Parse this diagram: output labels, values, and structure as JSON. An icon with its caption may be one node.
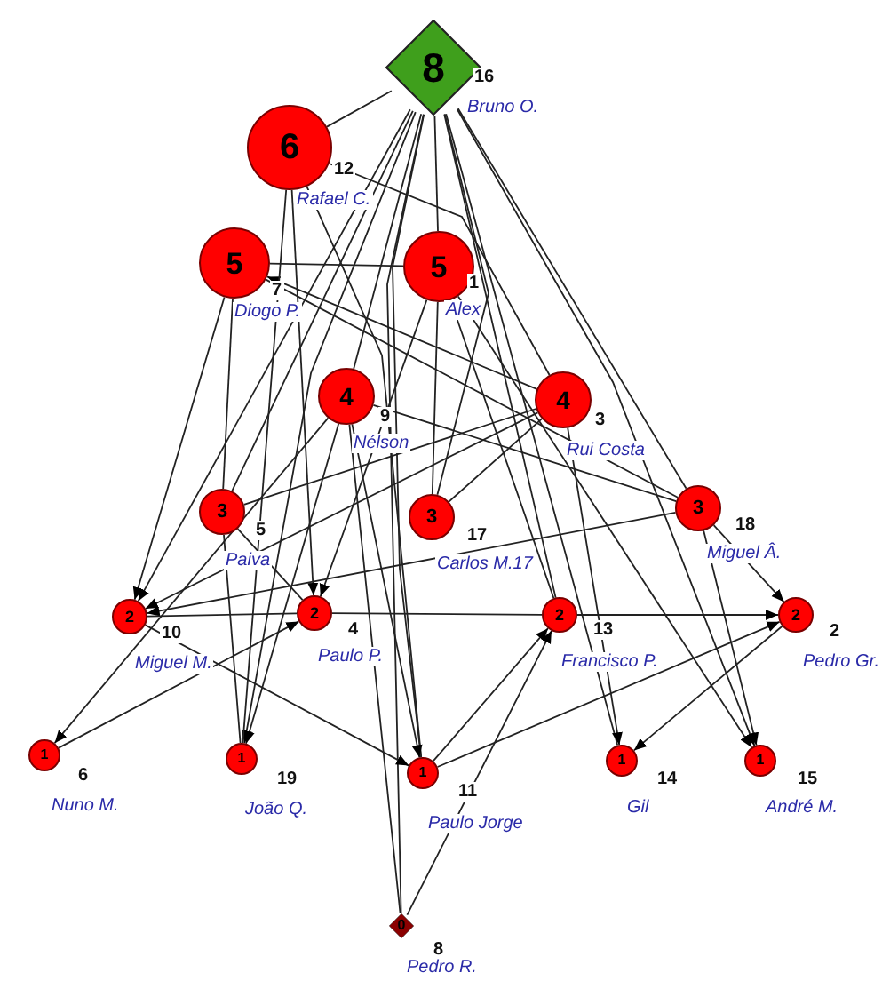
{
  "diagram": {
    "nodes": [
      {
        "text": [
          "8"
        ],
        "beside": [
          "16",
          "Bruno O."
        ]
      },
      {
        "text": [
          "6"
        ],
        "beside": [
          "12",
          "Rafael C."
        ]
      },
      {
        "text": [
          "5"
        ],
        "beside": [
          "7",
          "Diogo P."
        ]
      },
      {
        "text": [
          "5"
        ],
        "beside": [
          "1",
          "Alex"
        ]
      },
      {
        "text": [
          "4"
        ],
        "beside": [
          "9",
          "Nélson"
        ]
      },
      {
        "text": [
          "4"
        ],
        "beside": [
          "3",
          "Rui Costa"
        ]
      },
      {
        "text": [
          "3"
        ],
        "beside": [
          "5",
          "Paiva"
        ]
      },
      {
        "text": [
          "3"
        ],
        "beside": [
          "17",
          "Carlos M.17"
        ]
      },
      {
        "text": [
          "3"
        ],
        "beside": [
          "18",
          "Miguel Â."
        ]
      },
      {
        "text": [
          "2"
        ],
        "beside": [
          "10",
          "Miguel M."
        ]
      },
      {
        "text": [
          "2"
        ],
        "beside": [
          "4",
          "Paulo P."
        ]
      },
      {
        "text": [
          "2"
        ],
        "beside": [
          "13",
          "Francisco P."
        ]
      },
      {
        "text": [
          "2"
        ],
        "beside": [
          "2",
          "Pedro Gr."
        ]
      },
      {
        "text": [
          "1"
        ],
        "beside": [
          "6",
          "Nuno M."
        ]
      },
      {
        "text": [
          "1"
        ],
        "beside": [
          "19",
          "João Q."
        ]
      },
      {
        "text": [
          "1"
        ],
        "beside": [
          "11",
          "Paulo Jorge"
        ]
      },
      {
        "text": [
          "1"
        ],
        "beside": [
          "14",
          "Gil"
        ]
      },
      {
        "text": [
          "1"
        ],
        "beside": [
          "15",
          "André M."
        ]
      },
      {
        "text": [
          "0"
        ],
        "beside": [
          "8",
          "Pedro R."
        ]
      }
    ],
    "edges": [
      {
        "from": 0,
        "to": 1,
        "arrow": "none"
      },
      {
        "from": 0,
        "to": 3,
        "arrow": "none"
      },
      {
        "from": 0,
        "to": 4,
        "arrow": "none"
      },
      {
        "from": 0,
        "to": 6,
        "arrow": "none"
      },
      {
        "from": 0,
        "to": 7,
        "arrow": "none"
      },
      {
        "from": 0,
        "to": 11,
        "arrow": "none"
      },
      {
        "from": 0,
        "to": 16,
        "arrow": "none"
      },
      {
        "from": 0,
        "to": 17,
        "arrow": "to"
      },
      {
        "from": 0,
        "to": 8,
        "arrow": "none"
      },
      {
        "from": 0,
        "to": 15,
        "arrow": "none"
      },
      {
        "from": 0,
        "to": 18,
        "arrow": "none"
      },
      {
        "from": 0,
        "to": 14,
        "arrow": "to"
      },
      {
        "from": 0,
        "to": 9,
        "arrow": "to"
      },
      {
        "from": 2,
        "to": 3,
        "arrow": "none"
      },
      {
        "from": 2,
        "to": 6,
        "arrow": "none"
      },
      {
        "from": 2,
        "to": 8,
        "arrow": "none"
      },
      {
        "from": 5,
        "to": 2,
        "arrow": "to"
      },
      {
        "from": 1,
        "to": 10,
        "arrow": "to"
      },
      {
        "from": 1,
        "to": 14,
        "arrow": "none"
      },
      {
        "from": 1,
        "to": 5,
        "arrow": "none"
      },
      {
        "from": 1,
        "to": 15,
        "arrow": "none"
      },
      {
        "from": 2,
        "to": 9,
        "arrow": "to"
      },
      {
        "from": 3,
        "to": 7,
        "arrow": "none"
      },
      {
        "from": 3,
        "to": 11,
        "arrow": "none"
      },
      {
        "from": 3,
        "to": 17,
        "arrow": "to"
      },
      {
        "from": 3,
        "to": 10,
        "arrow": "to"
      },
      {
        "from": 4,
        "to": 8,
        "arrow": "none"
      },
      {
        "from": 4,
        "to": 14,
        "arrow": "to"
      },
      {
        "from": 4,
        "to": 15,
        "arrow": "to"
      },
      {
        "from": 4,
        "to": 13,
        "arrow": "to"
      },
      {
        "from": 4,
        "to": 18,
        "arrow": "none"
      },
      {
        "from": 5,
        "to": 7,
        "arrow": "none"
      },
      {
        "from": 5,
        "to": 9,
        "arrow": "to"
      },
      {
        "from": 5,
        "to": 6,
        "arrow": "none"
      },
      {
        "from": 5,
        "to": 16,
        "arrow": "to"
      },
      {
        "from": 6,
        "to": 10,
        "arrow": "none"
      },
      {
        "from": 6,
        "to": 14,
        "arrow": "none"
      },
      {
        "from": 8,
        "to": 9,
        "arrow": "to"
      },
      {
        "from": 8,
        "to": 12,
        "arrow": "to"
      },
      {
        "from": 8,
        "to": 17,
        "arrow": "to"
      },
      {
        "from": 9,
        "to": 10,
        "arrow": "none"
      },
      {
        "from": 9,
        "to": 15,
        "arrow": "to"
      },
      {
        "from": 10,
        "to": 11,
        "arrow": "none"
      },
      {
        "from": 11,
        "to": 12,
        "arrow": "to"
      },
      {
        "from": 13,
        "to": 10,
        "arrow": "to"
      },
      {
        "from": 15,
        "to": 11,
        "arrow": "to"
      },
      {
        "from": 18,
        "to": 11,
        "arrow": "to"
      },
      {
        "from": 15,
        "to": 12,
        "arrow": "to"
      },
      {
        "from": 12,
        "to": 16,
        "arrow": "to"
      }
    ]
  }
}
